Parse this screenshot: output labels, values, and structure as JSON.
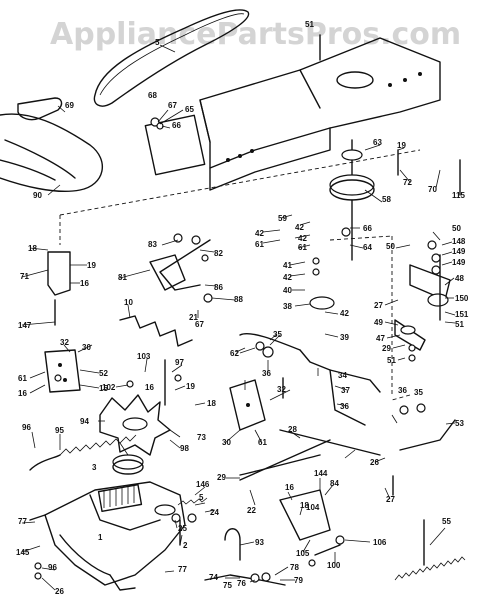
{
  "watermark": "AppliancePartsPros.com",
  "part_labels": [
    "1",
    "2",
    "3",
    "5",
    "10",
    "15",
    "16",
    "18",
    "19",
    "21",
    "22",
    "24",
    "25",
    "26",
    "27",
    "28",
    "29",
    "30",
    "32",
    "34",
    "35",
    "36",
    "37",
    "38",
    "39",
    "40",
    "41",
    "42",
    "47",
    "48",
    "49",
    "50",
    "51",
    "52",
    "53",
    "55",
    "56",
    "58",
    "59",
    "61",
    "62",
    "63",
    "64",
    "65",
    "66",
    "67",
    "68",
    "69",
    "70",
    "71",
    "72",
    "73",
    "74",
    "75",
    "76",
    "77",
    "78",
    "79",
    "81",
    "82",
    "83",
    "84",
    "85",
    "86",
    "88",
    "90",
    "93",
    "94",
    "95",
    "96",
    "97",
    "98",
    "100",
    "102",
    "103",
    "104",
    "105",
    "106",
    "115",
    "144",
    "145",
    "146",
    "147",
    "148",
    "149",
    "150",
    "151"
  ]
}
